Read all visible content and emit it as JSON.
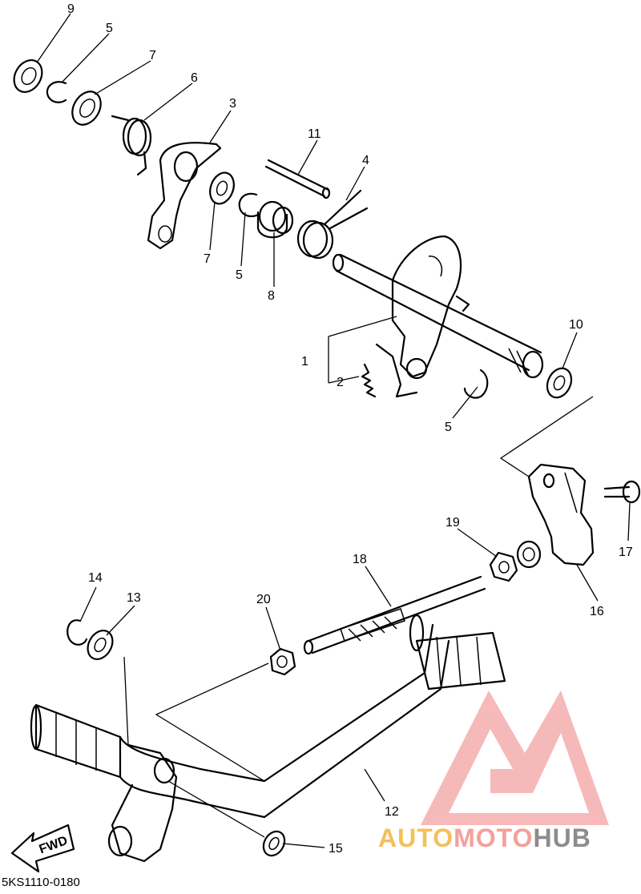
{
  "diagram": {
    "part_labels": [
      "9",
      "5",
      "7",
      "6",
      "3",
      "11",
      "4",
      "7",
      "5",
      "8",
      "1",
      "2",
      "10",
      "5",
      "19",
      "17",
      "18",
      "14",
      "13",
      "20",
      "16",
      "12",
      "15"
    ],
    "fwd_label": "FWD",
    "drawing_code": "5KS1110-0180"
  },
  "brand": {
    "part1": "AUTO",
    "part2": "MOTO",
    "part3": "HUB",
    "colors": {
      "auto": "#f4c05a",
      "moto": "#f4a09a",
      "hub": "#8c8c8c",
      "logo": "#f08080"
    }
  }
}
